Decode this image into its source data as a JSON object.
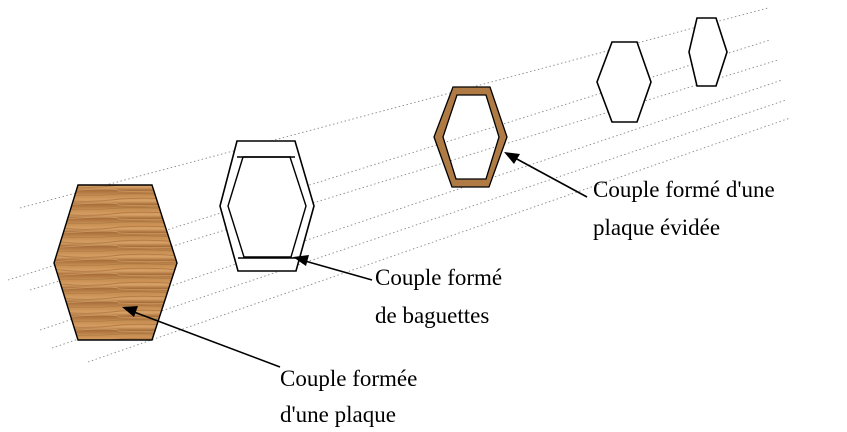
{
  "colors": {
    "plate_wood": "#c98e52",
    "plate_wood_dark": "#a86e3a",
    "hollow_plate": "#b07a45",
    "line": "#000000",
    "guide": "#8a8a8a"
  },
  "labels": {
    "plate": {
      "line1": "Couple formée",
      "line2": "d'une plaque"
    },
    "battens": {
      "line1": "Couple formé",
      "line2": "de baguettes"
    },
    "hollow_plate": {
      "line1": "Couple formé d'une",
      "line2": "plaque évidée"
    }
  }
}
